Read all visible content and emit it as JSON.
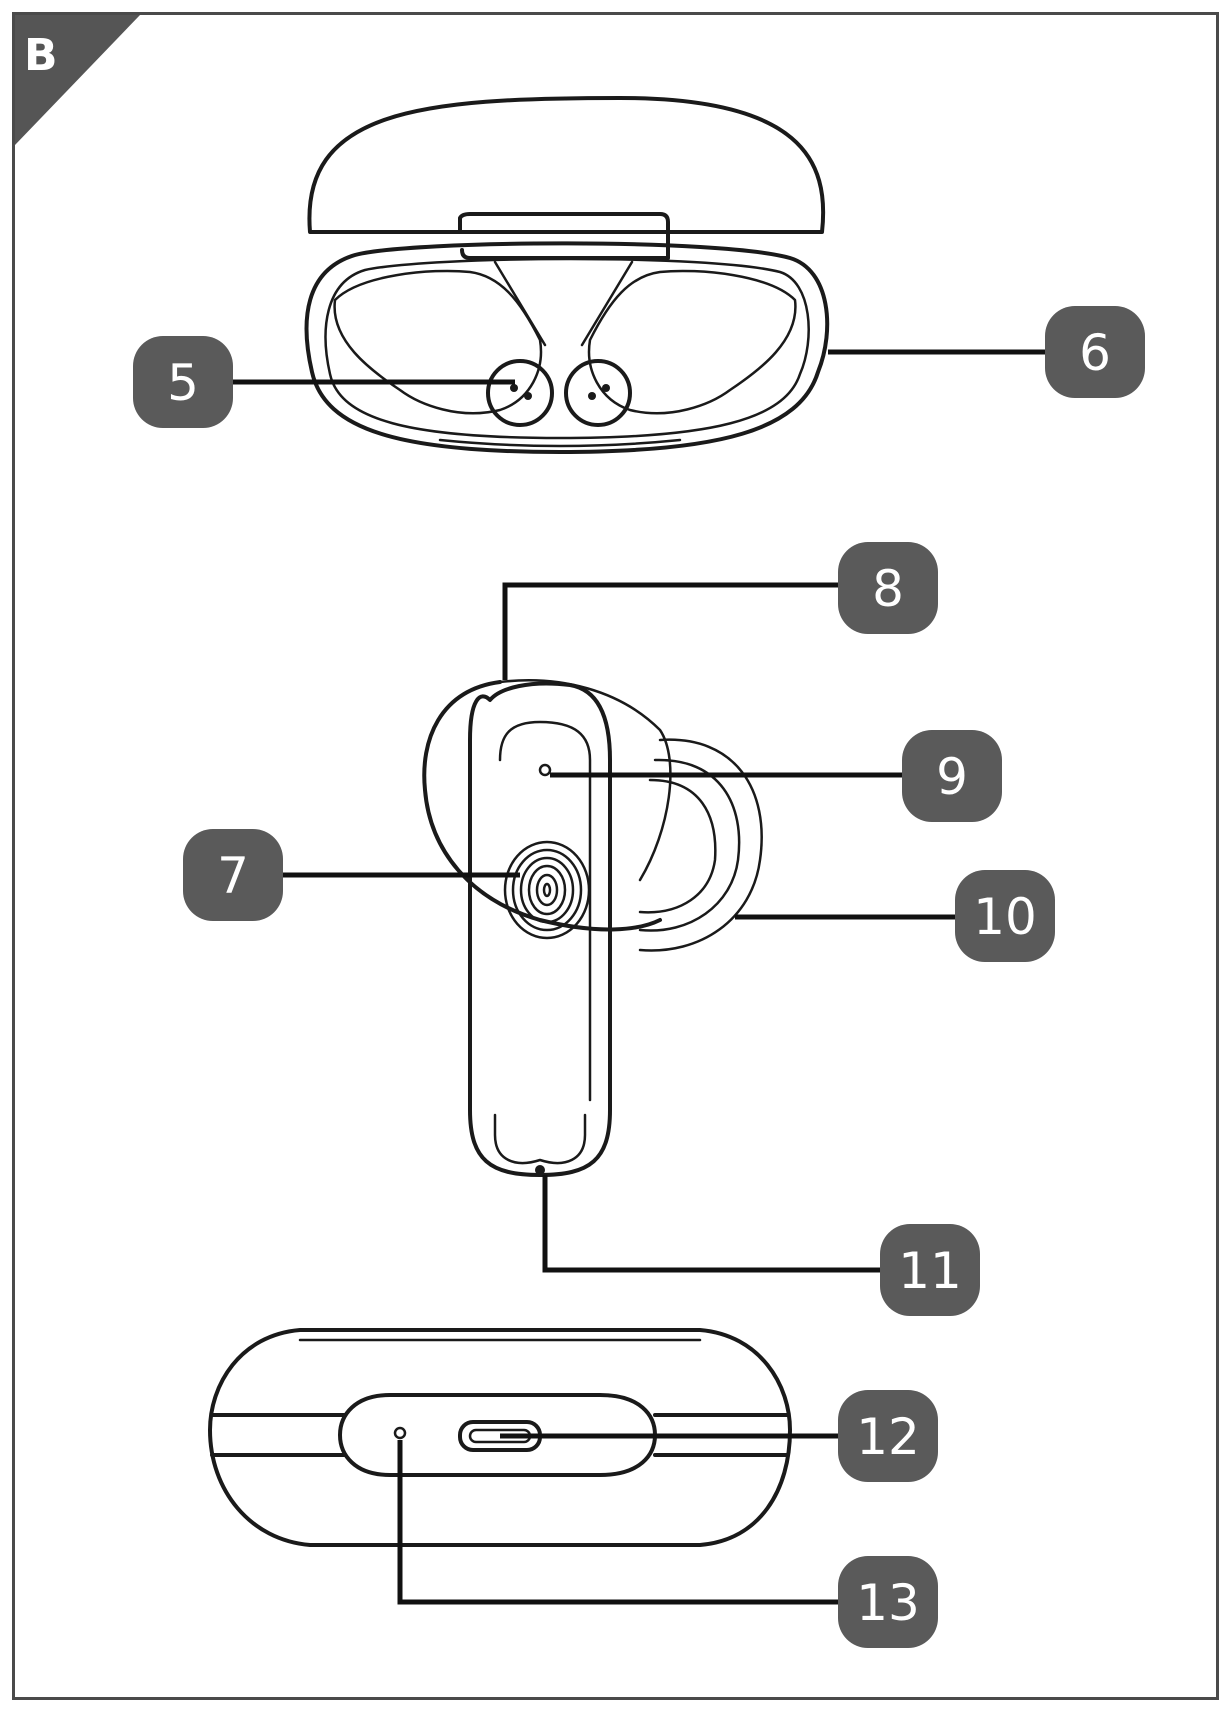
{
  "figure": {
    "section_label": "B",
    "callouts": [
      {
        "id": "5",
        "label": "5"
      },
      {
        "id": "6",
        "label": "6"
      },
      {
        "id": "7",
        "label": "7"
      },
      {
        "id": "8",
        "label": "8"
      },
      {
        "id": "9",
        "label": "9"
      },
      {
        "id": "10",
        "label": "10"
      },
      {
        "id": "11",
        "label": "11"
      },
      {
        "id": "12",
        "label": "12"
      },
      {
        "id": "13",
        "label": "13"
      }
    ]
  },
  "colors": {
    "badge_fill": "#5a5a5a",
    "corner_fill": "#555555",
    "line": "#1a1a1a"
  }
}
